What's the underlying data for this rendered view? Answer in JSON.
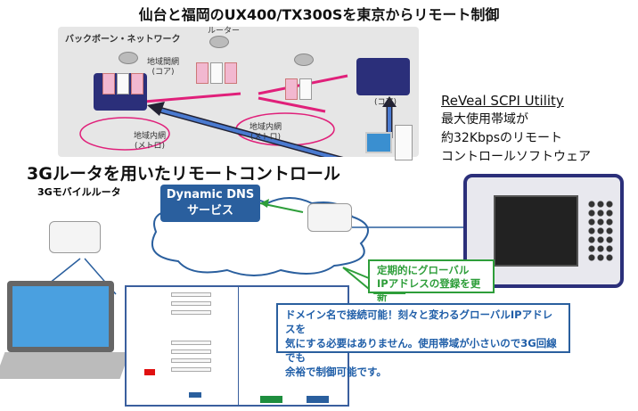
{
  "title": "仙台と福岡のUX400/TX300Sを東京からリモート制御",
  "backbone": {
    "label": "バックボーン・ネットワーク",
    "router": "ルーター",
    "core": "地域間網\n(コア)",
    "core_right": "(コア)",
    "metro1": "地域内網\n(メトロ)",
    "metro2": "地域内網\n(メトロ)"
  },
  "subtitle": "3Gルータを用いたリモートコントロール",
  "reveal": {
    "title": "ReVeal SCPI Utility",
    "lines": [
      "最大使用帯域が",
      "約32Kbpsのリモート",
      "コントロールソフトウェア"
    ]
  },
  "dns": {
    "line1": "Dynamic DNS",
    "line2": "サービス"
  },
  "mobile_router_label": "3Gモバイルルータ",
  "green_note": {
    "line1": "定期的にグローバル",
    "line2": "IPアドレスの登録を更新"
  },
  "callout": {
    "line1": "ドメイン名で接続可能！刻々と変わるグローバルIPアドレスを",
    "line2": "気にする必要はありません。使用帯域が小さいので3G回線でも",
    "line3": "余裕で制御可能です。"
  },
  "colors": {
    "accent_blue": "#2a5f9e",
    "green": "#2e9e3a",
    "link_pink": "#e0207a"
  }
}
